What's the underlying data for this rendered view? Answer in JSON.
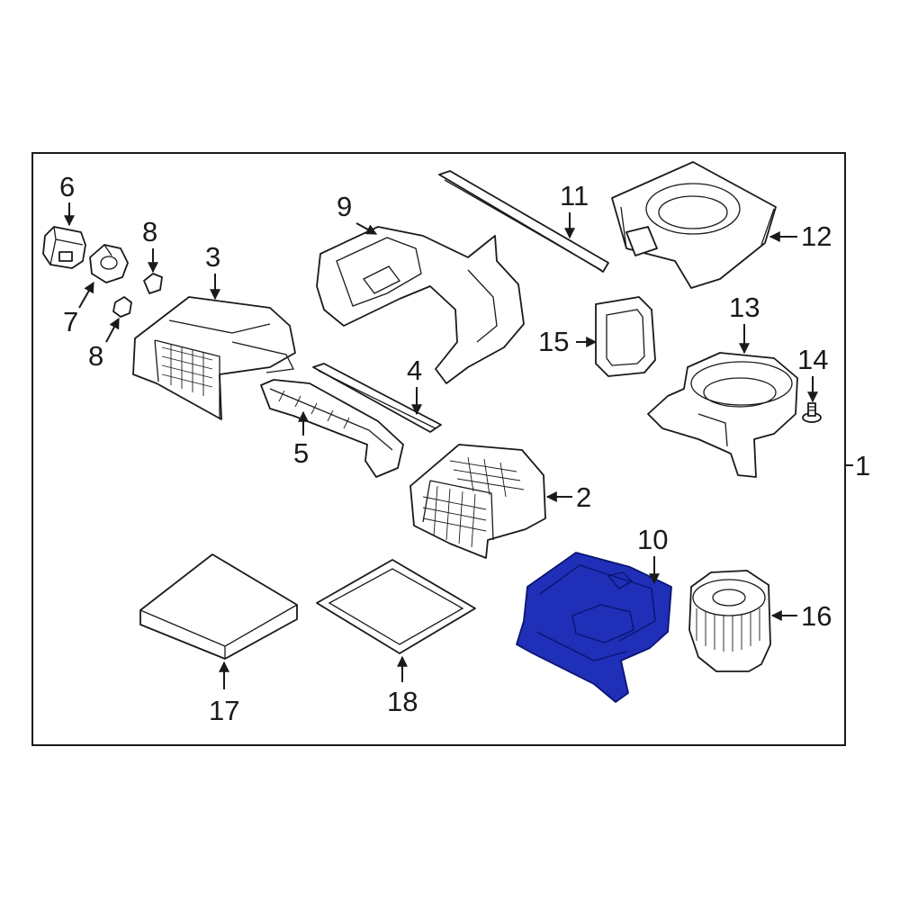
{
  "diagram": {
    "assembly_label": "1",
    "callouts": {
      "p2": "2",
      "p3": "3",
      "p4": "4",
      "p5": "5",
      "p6": "6",
      "p7": "7",
      "p8a": "8",
      "p8b": "8",
      "p9": "9",
      "p10": "10",
      "p11": "11",
      "p12": "12",
      "p13": "13",
      "p14": "14",
      "p15": "15",
      "p16": "16",
      "p17": "17",
      "p18": "18"
    },
    "highlighted_part": "10",
    "colors": {
      "highlight": "#1f2fb8",
      "line": "#1a1a1a",
      "background": "#ffffff"
    }
  }
}
